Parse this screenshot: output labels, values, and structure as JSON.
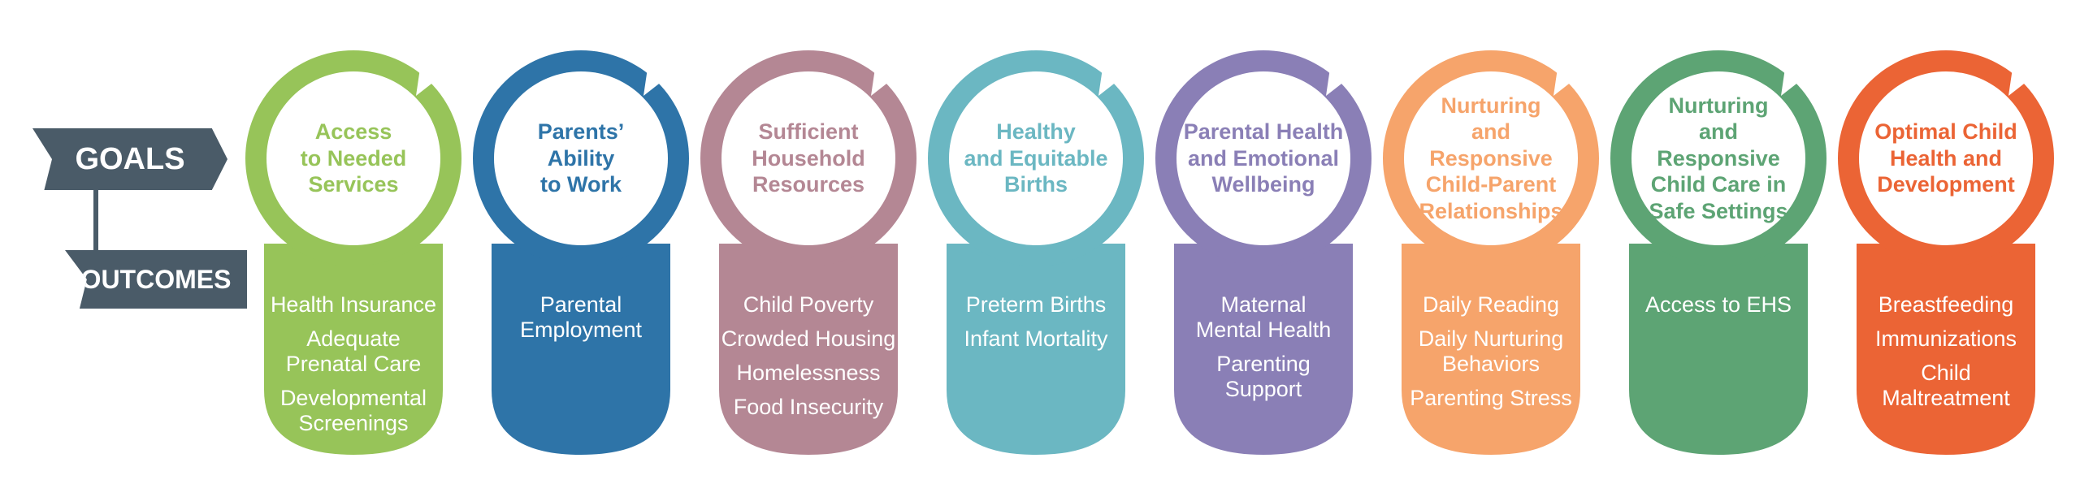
{
  "labels": {
    "goals": "GOALS",
    "outcomes": "OUTCOMES",
    "label_color": "#4a5b68"
  },
  "columns": [
    {
      "goal": "Access\nto Needed\nServices",
      "color": "#97c459",
      "outcomes": [
        "Health Insurance",
        "Adequate\nPrenatal Care",
        "Developmental\nScreenings"
      ]
    },
    {
      "goal": "Parents’\nAbility\nto Work",
      "color": "#2e74a8",
      "outcomes": [
        "Parental\nEmployment"
      ]
    },
    {
      "goal": "Sufficient\nHousehold\nResources",
      "color": "#b48794",
      "outcomes": [
        "Child Poverty",
        "Crowded Housing",
        "Homelessness",
        "Food Insecurity"
      ]
    },
    {
      "goal": "Healthy\nand Equitable\nBirths",
      "color": "#6bb7c2",
      "outcomes": [
        "Preterm Births",
        "Infant Mortality"
      ]
    },
    {
      "goal": "Parental Health\nand Emotional\nWellbeing",
      "color": "#8a7fb6",
      "outcomes": [
        "Maternal\nMental Health",
        "Parenting\nSupport"
      ]
    },
    {
      "goal": "Nurturing\nand Responsive\nChild-Parent\nRelationships",
      "color": "#f6a46b",
      "outcomes": [
        "Daily Reading",
        "Daily Nurturing\nBehaviors",
        "Parenting Stress"
      ]
    },
    {
      "goal": "Nurturing\nand Responsive\nChild Care in\nSafe Settings",
      "color": "#5da474",
      "outcomes": [
        "Access to EHS"
      ]
    },
    {
      "goal": "Optimal Child\nHealth and\nDevelopment",
      "color": "#eb6435",
      "outcomes": [
        "Breastfeeding",
        "Immunizations",
        "Child\nMaltreatment"
      ]
    }
  ]
}
